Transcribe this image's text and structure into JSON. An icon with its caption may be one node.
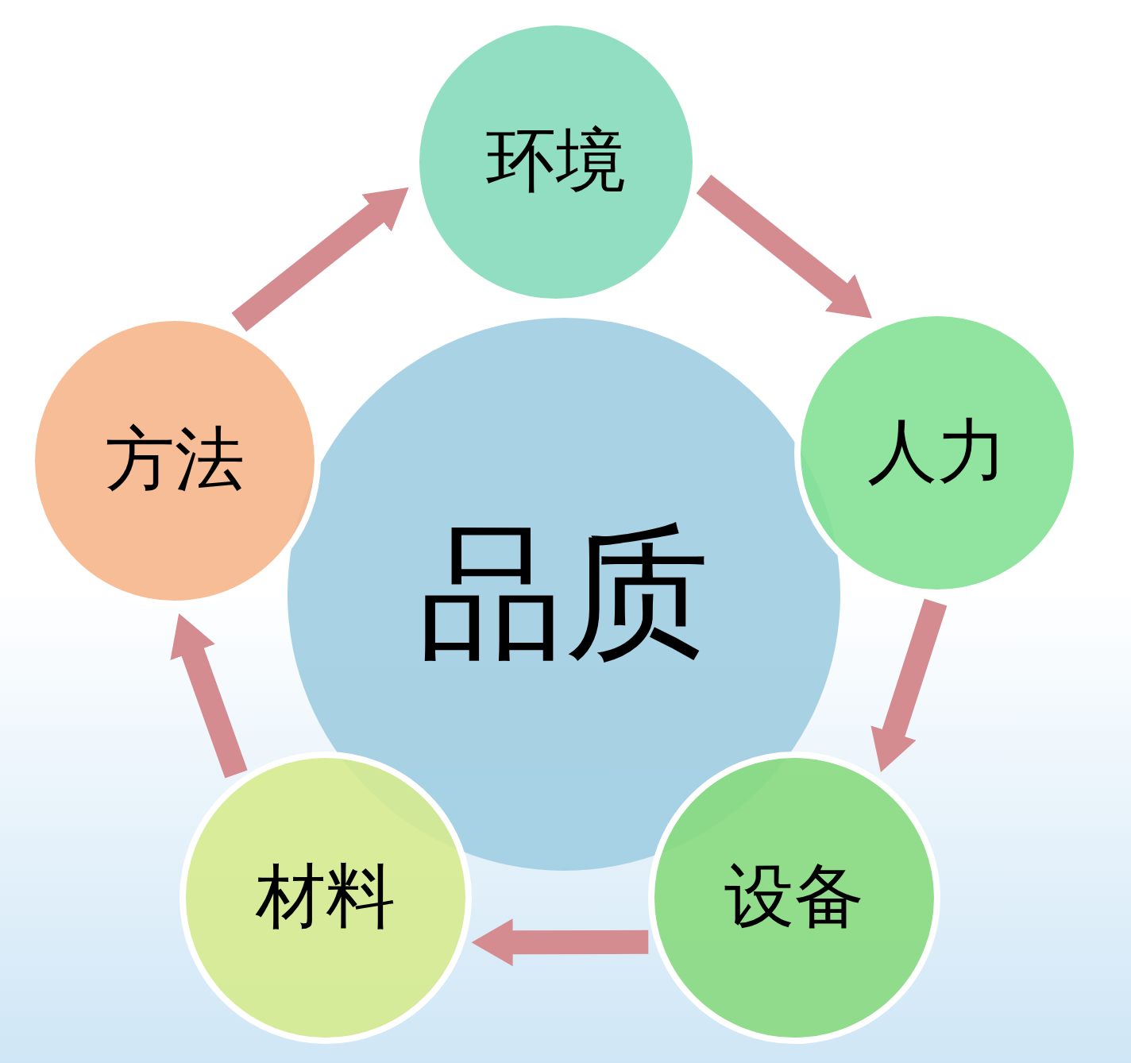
{
  "diagram": {
    "nodes": [
      {
        "text": [
          "品质"
        ]
      },
      {
        "text": [
          "环境"
        ]
      },
      {
        "text": [
          "人力"
        ]
      },
      {
        "text": [
          "设备"
        ]
      },
      {
        "text": [
          "材料"
        ]
      },
      {
        "text": [
          "方法"
        ]
      }
    ],
    "edges": [
      {
        "from": 1,
        "to": 2,
        "arrow": "to"
      },
      {
        "from": 2,
        "to": 3,
        "arrow": "to"
      },
      {
        "from": 3,
        "to": 4,
        "arrow": "to"
      },
      {
        "from": 4,
        "to": 5,
        "arrow": "to"
      },
      {
        "from": 5,
        "to": 1,
        "arrow": "to"
      }
    ]
  }
}
